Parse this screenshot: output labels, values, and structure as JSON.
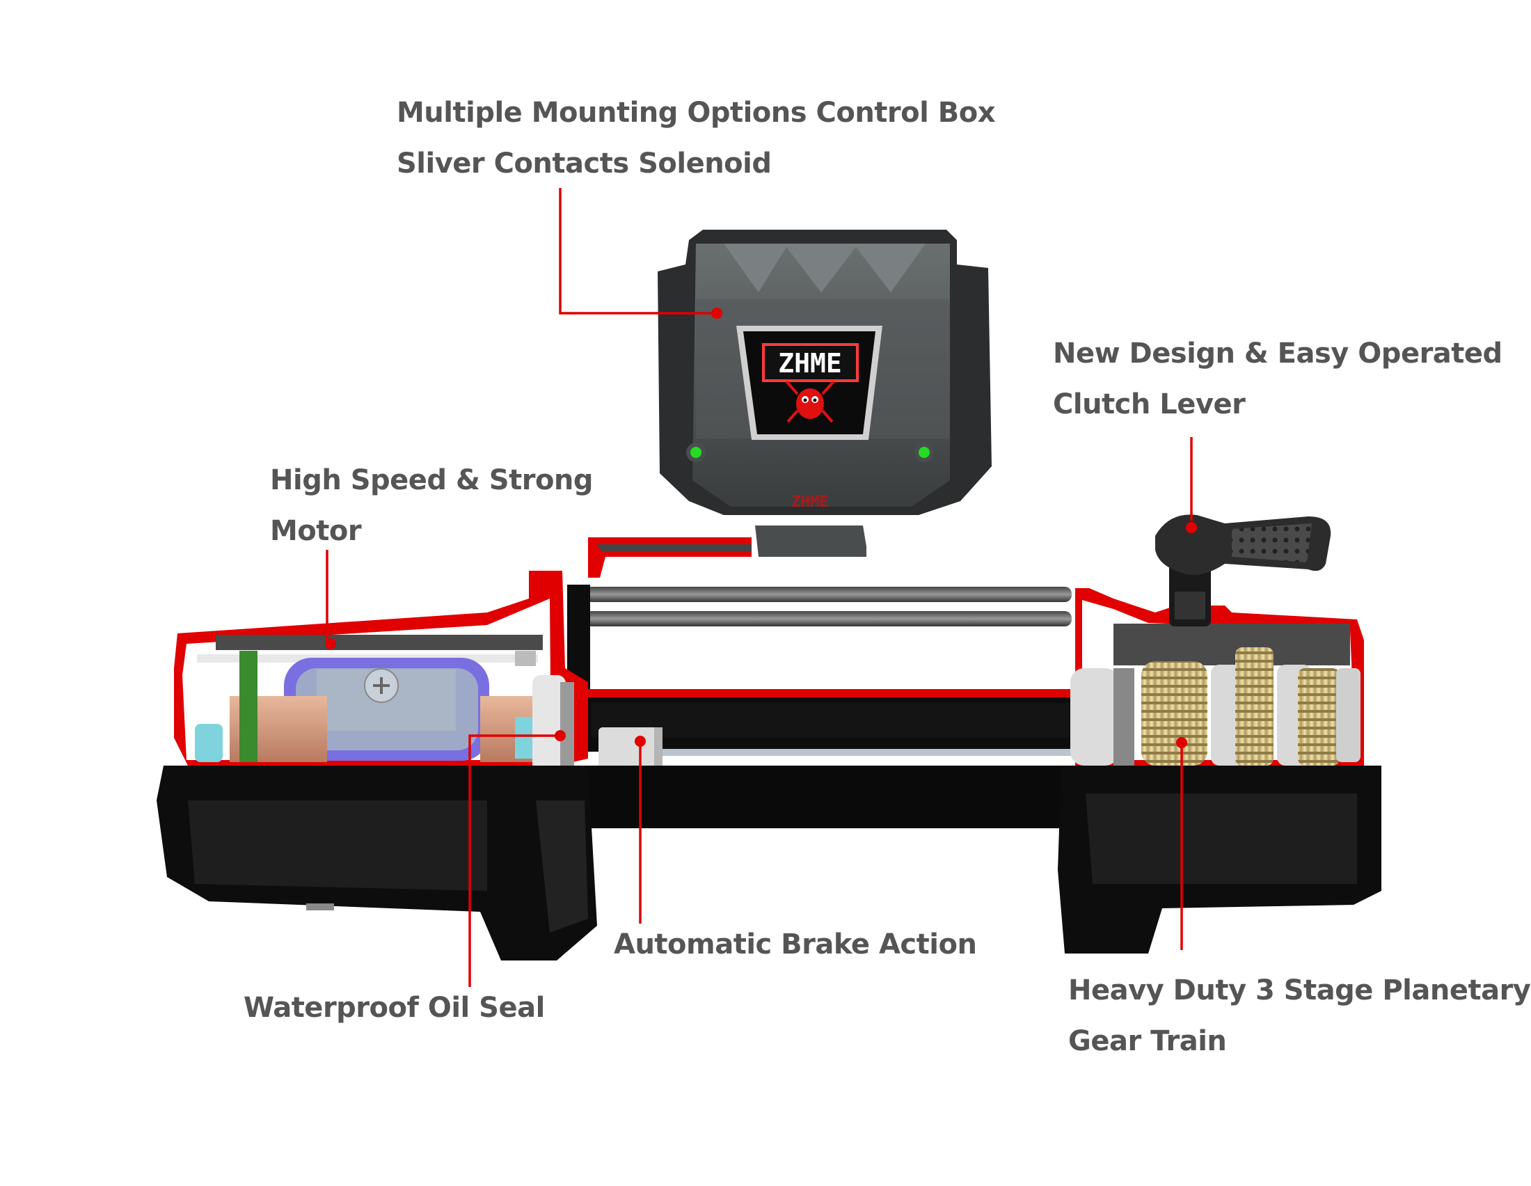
{
  "brand": {
    "logo_text": "ZHME",
    "bottom_text": "ZHME"
  },
  "colors": {
    "callout": "#e00000",
    "label_text": "#555555",
    "housing": "#1a1a1a",
    "cutaway": "#ff0000",
    "led": "#22dd22",
    "gear": "#d9c68a",
    "motor_coil": "#d99a7a",
    "motor_magnet": "#7a6fe0"
  },
  "callouts": {
    "control_box": {
      "line1": "Multiple Mounting Options Control Box",
      "line2": "Sliver Contacts Solenoid"
    },
    "clutch": {
      "line1": "New Design & Easy Operated",
      "line2": "Clutch Lever"
    },
    "motor": {
      "line1": "High Speed & Strong",
      "line2": "Motor"
    },
    "brake": {
      "line1": "Automatic Brake Action"
    },
    "oil_seal": {
      "line1": "Waterproof Oil Seal"
    },
    "gear_train": {
      "line1": "Heavy Duty 3 Stage Planetary",
      "line2": "Gear Train"
    }
  }
}
